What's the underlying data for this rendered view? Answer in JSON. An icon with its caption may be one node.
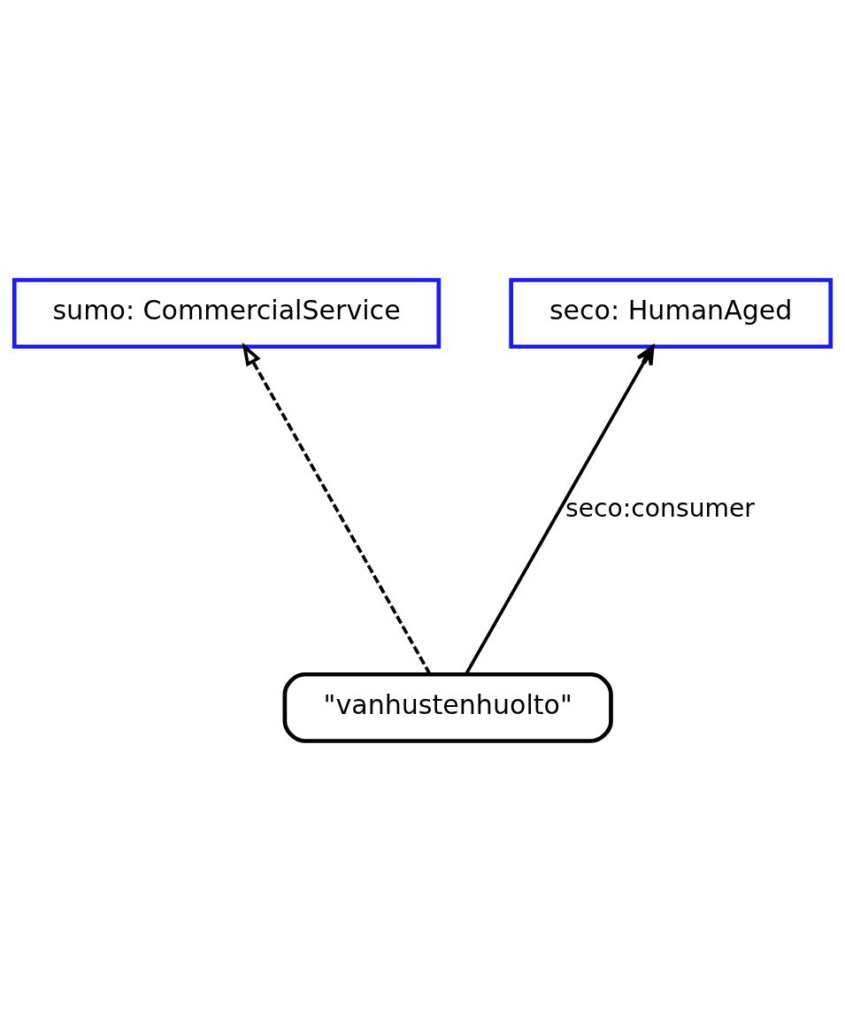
{
  "diagram": {
    "nodes": [
      {
        "text": [
          "sumo: CommercialService"
        ]
      },
      {
        "text": [
          "seco: HumanAged"
        ]
      },
      {
        "text": [
          "\"vanhustenhuolto\""
        ]
      }
    ],
    "edges": [
      {
        "from": 2,
        "to": 0,
        "arrow": "to",
        "style": "dashed"
      },
      {
        "from": 2,
        "to": 1,
        "arrow": "to",
        "label": "seco:consumer"
      }
    ]
  }
}
